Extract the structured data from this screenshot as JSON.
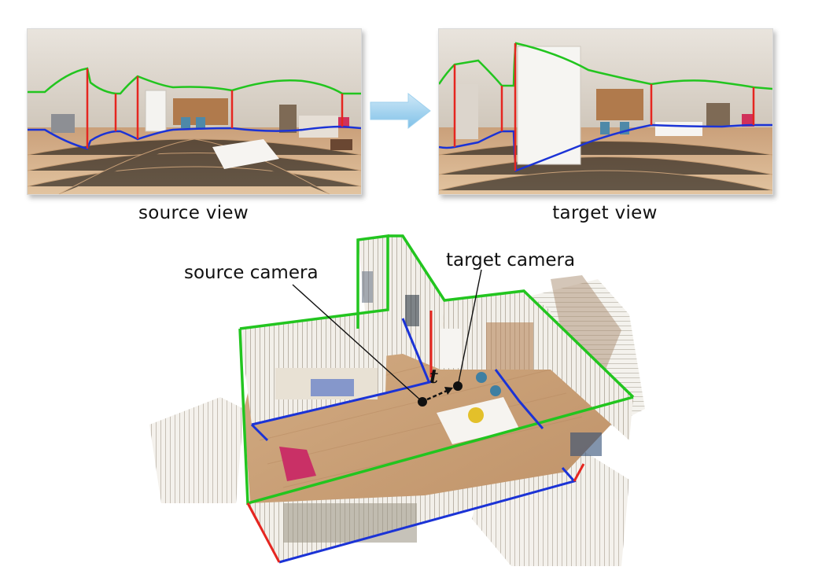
{
  "captions": {
    "source_view": "source view",
    "target_view": "target view"
  },
  "labels": {
    "source_camera": "source camera",
    "target_camera": "target camera",
    "translation": "t"
  },
  "colors": {
    "ceiling_boundary": "#22c51f",
    "wall_corner": "#e52620",
    "floor_boundary": "#1b33d6",
    "arrow_fill": "#9fd1ee",
    "camera_marker": "#111111"
  }
}
